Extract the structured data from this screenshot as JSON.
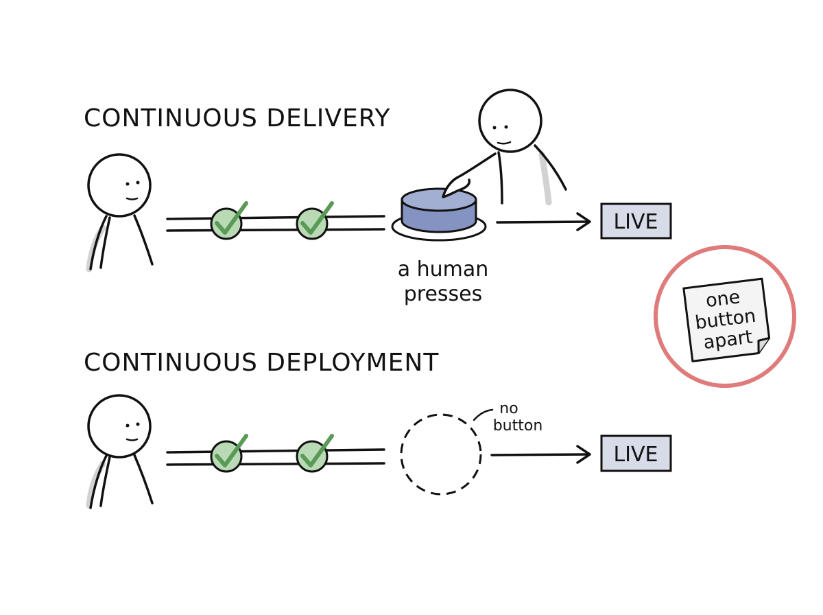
{
  "sections": {
    "delivery": {
      "title": "CONTINUOUS DELIVERY",
      "live_label": "LIVE",
      "caption_line1": "a human",
      "caption_line2": "presses"
    },
    "deployment": {
      "title": "CONTINUOUS DEPLOYMENT",
      "live_label": "LIVE",
      "note_line1": "no",
      "note_line2": "button"
    }
  },
  "sticky_note": {
    "line1": "one",
    "line2": "button",
    "line3": "apart"
  },
  "colors": {
    "ink": "#111111",
    "check_fill": "#b9dab4",
    "check_mark": "#5a9a57",
    "button_top": "#a3aed3",
    "button_side": "#8593c2",
    "live_box": "#d8dbe8",
    "circle_highlight": "#e07b7b",
    "shadow": "#d0d0d0"
  },
  "icons": [
    "stick-figure-icon",
    "checkmark-icon",
    "push-button-icon",
    "arrow-right-icon",
    "dashed-circle-icon",
    "sticky-note-icon"
  ]
}
